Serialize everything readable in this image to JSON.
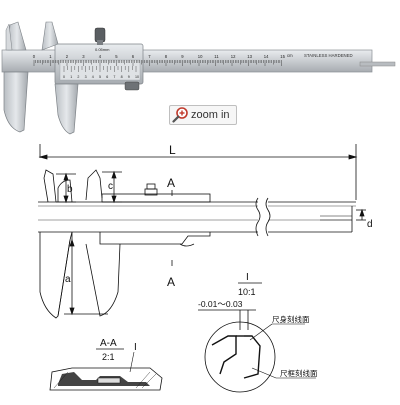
{
  "zoom": {
    "label": "zoom in",
    "icon": "magnifier-plus-icon"
  },
  "photo": {
    "vernier_label": "0.05mm",
    "brand_text": "STAINLESS HARDENED",
    "unit_label": "cm",
    "main_scale_numbers": [
      "0",
      "1",
      "2",
      "3",
      "4",
      "5",
      "6",
      "7",
      "8",
      "9",
      "10",
      "11",
      "12",
      "13",
      "14",
      "15"
    ],
    "vernier_numbers": [
      "0",
      "1",
      "2",
      "3",
      "4",
      "5",
      "6",
      "7",
      "8",
      "9",
      "10"
    ]
  },
  "drawing": {
    "dim_L": "L",
    "dim_a": "a",
    "dim_b": "b",
    "dim_c": "c",
    "dim_d": "d",
    "section_top_label": "A",
    "section_bottom_label": "A",
    "detail_ref": "I",
    "detail_scale": "10:1",
    "tolerance": "-0.01～0.03",
    "note_scale_edge": "尺身刻线面",
    "note_frame_edge": "尺框刻线面",
    "section_title": "A-A",
    "section_scale": "2:1",
    "section_ref": "I"
  }
}
